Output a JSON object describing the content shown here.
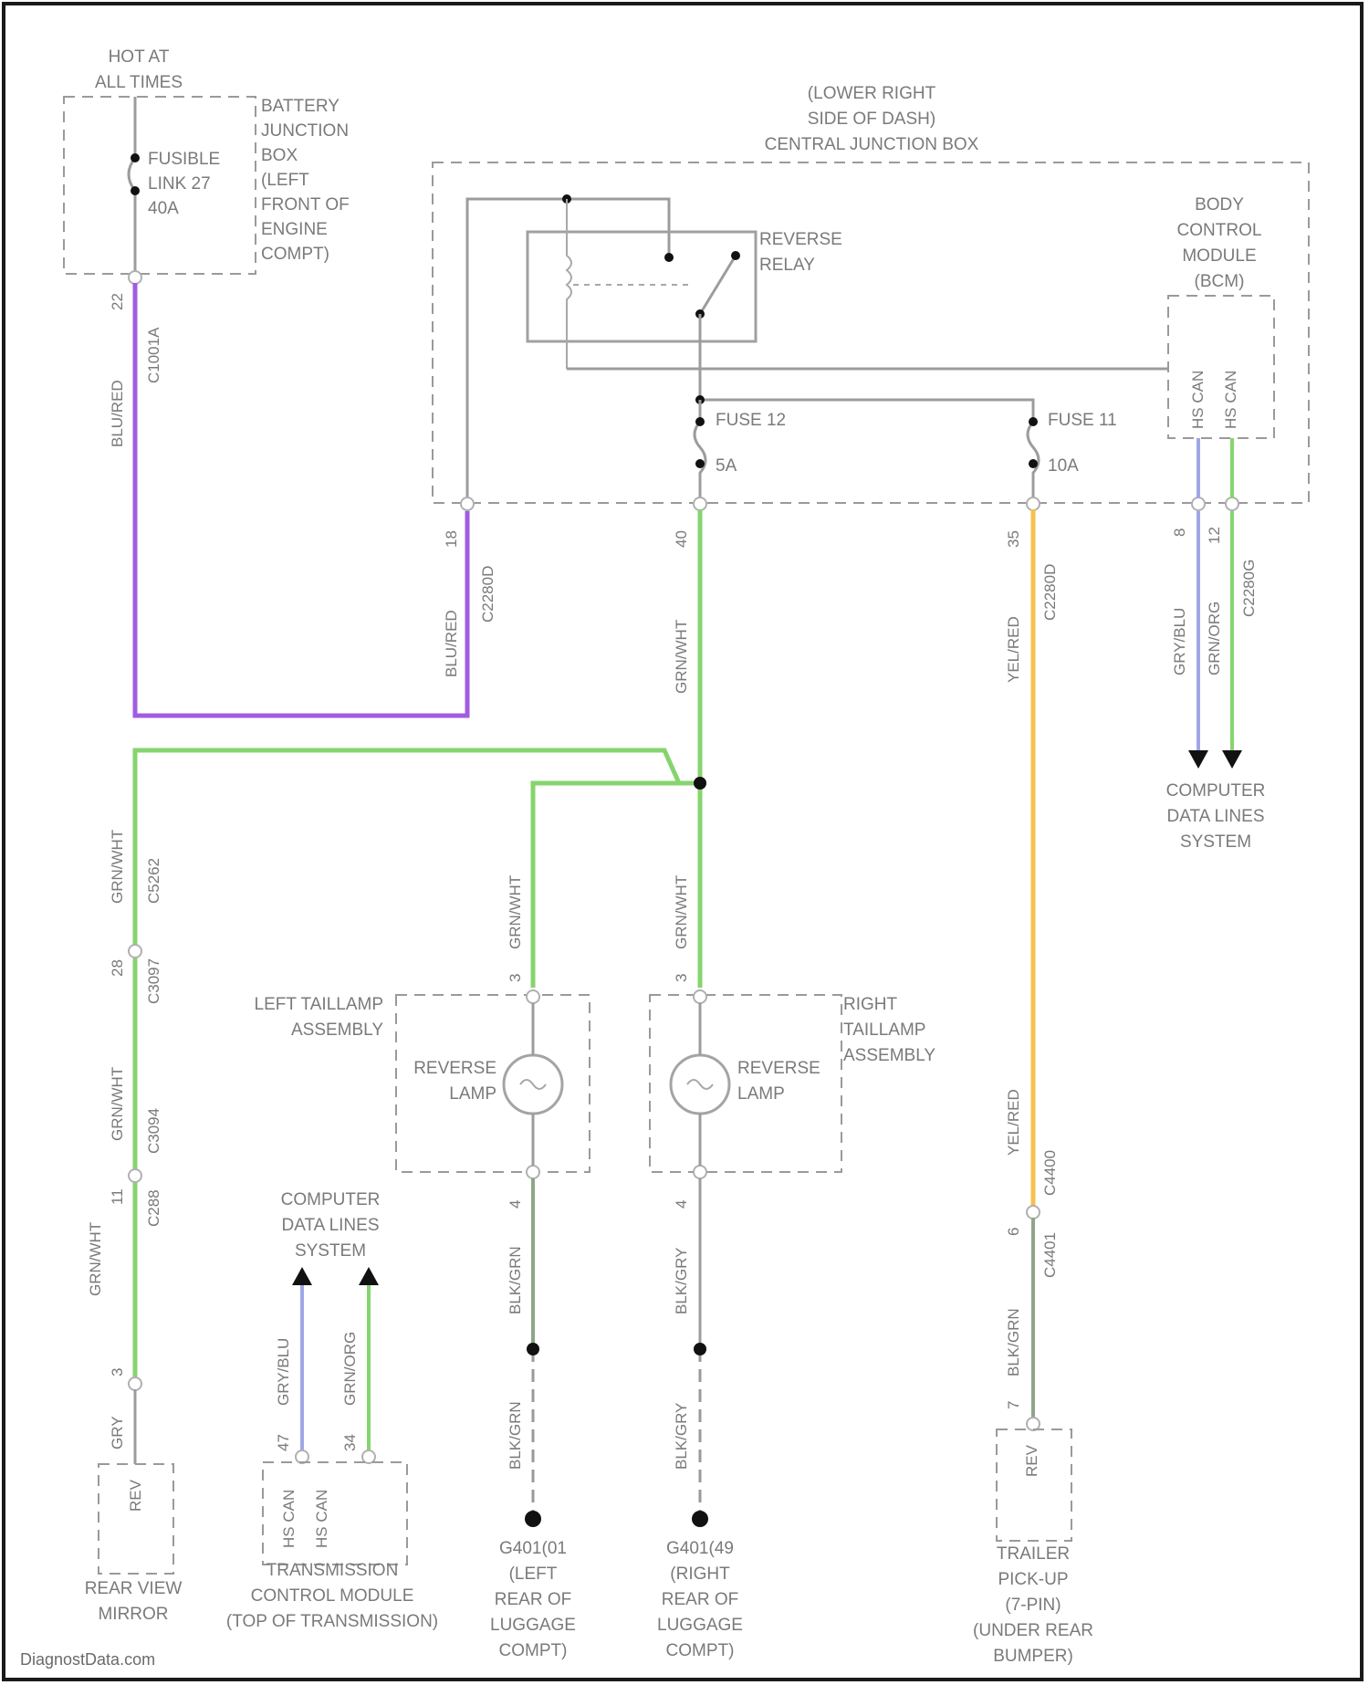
{
  "colors": {
    "purple": "#a15ce0",
    "green": "#86d46f",
    "yellow": "#f6c04e",
    "blue": "#9fa7e6",
    "grey": "#9c9c9c",
    "frame": "#1a1a1a"
  },
  "labels": {
    "hot": [
      "HOT AT",
      "ALL TIMES"
    ],
    "battery_box": [
      "BATTERY",
      "JUNCTION",
      "BOX",
      "(LEFT",
      "FRONT OF",
      "ENGINE",
      "COMPT)"
    ],
    "fusible_link": [
      "FUSIBLE",
      "LINK 27",
      "40A"
    ],
    "central_box": [
      "(LOWER RIGHT",
      "SIDE OF DASH)",
      "CENTRAL JUNCTION BOX"
    ],
    "reverse_relay": [
      "REVERSE",
      "RELAY"
    ],
    "bcm": [
      "BODY",
      "CONTROL",
      "MODULE",
      "(BCM)"
    ],
    "fuse12": [
      "FUSE 12",
      "5A"
    ],
    "fuse11": [
      "FUSE 11",
      "10A"
    ],
    "data_lines_right": [
      "COMPUTER",
      "DATA LINES",
      "SYSTEM"
    ],
    "data_lines_left": [
      "COMPUTER",
      "DATA LINES",
      "SYSTEM"
    ],
    "left_taillamp": [
      "LEFT TAILLAMP",
      "ASSEMBLY"
    ],
    "right_taillamp": [
      "RIGHT",
      "TAILLAMP",
      "ASSEMBLY"
    ],
    "left_reverse_lamp": [
      "REVERSE",
      "LAMP"
    ],
    "right_reverse_lamp": [
      "REVERSE",
      "LAMP"
    ],
    "mirror": [
      "REAR VIEW",
      "MIRROR"
    ],
    "tcm": [
      "TRANSMISSION",
      "CONTROL MODULE",
      "(TOP OF TRANSMISSION)"
    ],
    "g401": [
      "G401(01",
      "(LEFT",
      "REAR OF",
      "LUGGAGE",
      "COMPT)"
    ],
    "g402": [
      "G401(49",
      "(RIGHT",
      "REAR OF",
      "LUGGAGE",
      "COMPT)"
    ],
    "trailer": [
      "TRAILER",
      "PICK-UP",
      "(7-PIN)",
      "(UNDER REAR",
      "BUMPER)"
    ],
    "watermark": "DiagnostData.com"
  },
  "pins": {
    "bcm_pin1": "HS CAN",
    "bcm_pin2": "HS CAN",
    "tcm_pin1": "HS CAN",
    "tcm_pin2": "HS CAN",
    "mirror_pin": "REV",
    "trailer_pin": "REV"
  },
  "wires": {
    "w_top_left": "BLU/RED",
    "w_top_left_conn": "C1001A",
    "w_top_left_pin": "22",
    "w_cjb_in": "BLU/RED",
    "w_cjb_in_conn": "C2280D",
    "w_cjb_in_pin": "18",
    "w_fuse12_out": "GRN/WHT",
    "w_fuse12_pin": "40",
    "w_fuse11_out": "YEL/RED",
    "w_fuse11_conn": "C2280D",
    "w_fuse11_pin": "35",
    "w_bcm1": "GRY/BLU",
    "w_bcm1_pin": "8",
    "w_bcm2": "GRN/ORG",
    "w_bcm2_pin": "12",
    "w_bcm2_conn": "C2280G",
    "w_left_branch": "GRN/WHT",
    "w_left_branch_conn": "C5262",
    "w_left_pin28": "28",
    "w_left_conn_c3097": "C3097",
    "w_left_mid": "GRN/WHT",
    "w_left_mid_conn": "C3094",
    "w_left_pin11": "11",
    "w_left_conn_c288": "C288",
    "w_left_lower": "GRN/WHT",
    "w_mirror_pin": "3",
    "w_mirror_lower": "GRY",
    "w_lt_in": "GRN/WHT",
    "w_lt_in_pin": "3",
    "w_rt_in": "GRN/WHT",
    "w_rt_in_pin": "3",
    "w_lt_out": "BLK/GRN",
    "w_lt_out_pin": "4",
    "w_rt_out": "BLK/GRY",
    "w_rt_out_pin": "4",
    "w_lt_gnd": "BLK/GRN",
    "w_rt_gnd": "BLK/GRY",
    "w_tcm1": "GRY/BLU",
    "w_tcm1_pin": "47",
    "w_tcm2": "GRN/ORG",
    "w_tcm2_pin": "34",
    "w_trailer_up": "YEL/RED",
    "w_trailer_up_conn": "C4400",
    "w_trailer_pin": "6",
    "w_trailer_conn2": "C4401",
    "w_trailer_low": "BLK/GRN",
    "w_trailer_low_pin": "7"
  }
}
